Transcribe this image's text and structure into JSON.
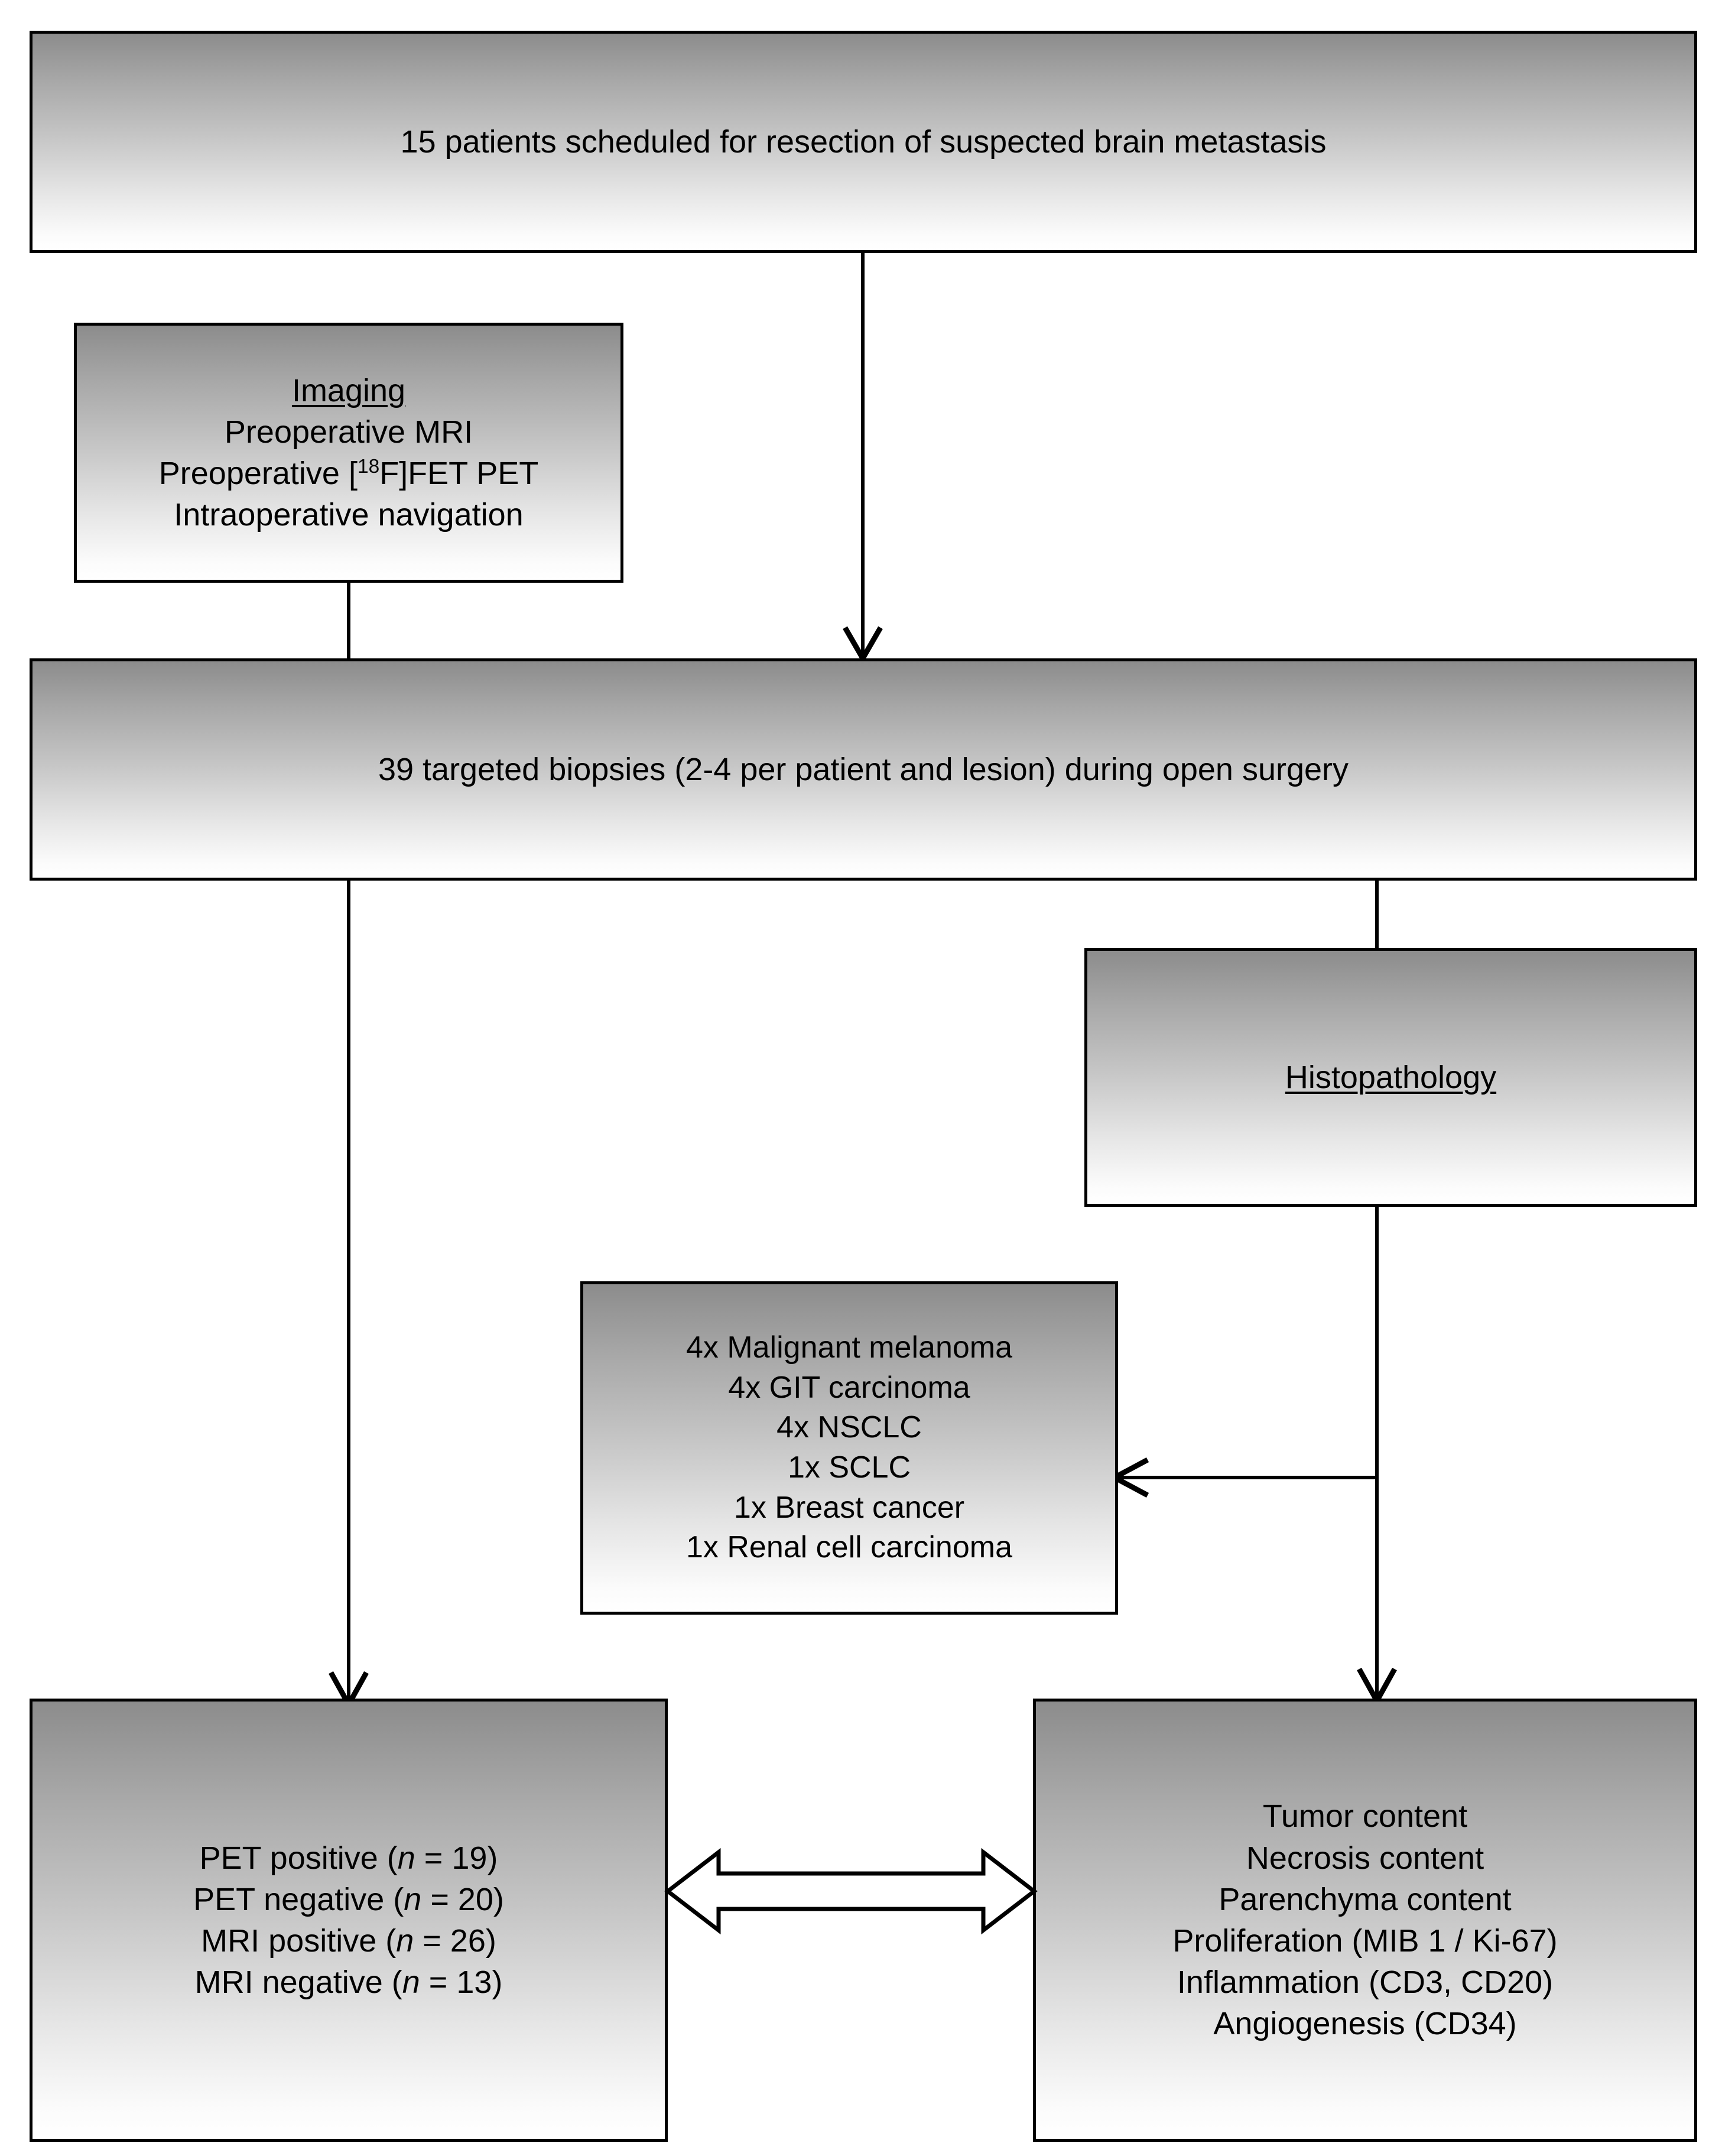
{
  "diagram": {
    "title": "Study flowchart: targeted biopsies of suspected brain metastases",
    "accent_color": "#000000",
    "box_gradient_top": "#8c8c8c",
    "box_gradient_bottom": "#ffffff"
  },
  "nodes": {
    "patients": {
      "text": "15 patients scheduled for resection of suspected brain metastasis"
    },
    "imaging": {
      "heading": "Imaging",
      "lines": [
        "Preoperative MRI",
        "Preoperative [18F]FET PET",
        "Intraoperative navigation"
      ],
      "line_mri": "Preoperative MRI",
      "line_pet_prefix": "Preoperative [",
      "line_pet_sup": "18",
      "line_pet_suffix": "F]FET PET",
      "line_nav": "Intraoperative navigation"
    },
    "biopsies": {
      "text": "39 targeted biopsies (2-4 per patient and lesion) during open surgery"
    },
    "histopathology": {
      "heading": "Histopathology"
    },
    "diagnoses": {
      "items": [
        "4x Malignant melanoma",
        "4x GIT  carcinoma",
        "4x NSCLC",
        "1x SCLC",
        "1x Breast cancer",
        "1x Renal cell carcinoma"
      ]
    },
    "imaging_results": {
      "rows": [
        {
          "label": "PET positive (",
          "stat": "n",
          "value": " = 19)"
        },
        {
          "label": "PET negative (",
          "stat": "n",
          "value": " = 20)"
        },
        {
          "label": "MRI positive (",
          "stat": "n",
          "value": " = 26)"
        },
        {
          "label": "MRI negative (",
          "stat": "n",
          "value": " = 13)"
        }
      ],
      "row0_label": "PET positive (",
      "row0_value": " = 19)",
      "row1_label": "PET negative (",
      "row1_value": " = 20)",
      "row2_label": "MRI positive (",
      "row2_value": " = 26)",
      "row3_label": "MRI negative (",
      "row3_value": " = 13)",
      "stat_symbol": "n"
    },
    "histopath_params": {
      "items": [
        "Tumor content",
        "Necrosis content",
        "Parenchyma content",
        "Proliferation (MIB 1 / Ki-67)",
        "Inflammation (CD3, CD20)",
        "Angiogenesis (CD34)"
      ]
    }
  },
  "connectors": {
    "patients_to_biopsies": "arrow-down",
    "imaging_to_biopsies": "line-down",
    "biopsies_to_results": "arrow-down",
    "biopsies_to_histopathology": "line-down",
    "histopathology_to_diagnoses": "arrow-left",
    "histopathology_to_params": "arrow-down",
    "results_params_link": "double-headed-block-arrow"
  }
}
